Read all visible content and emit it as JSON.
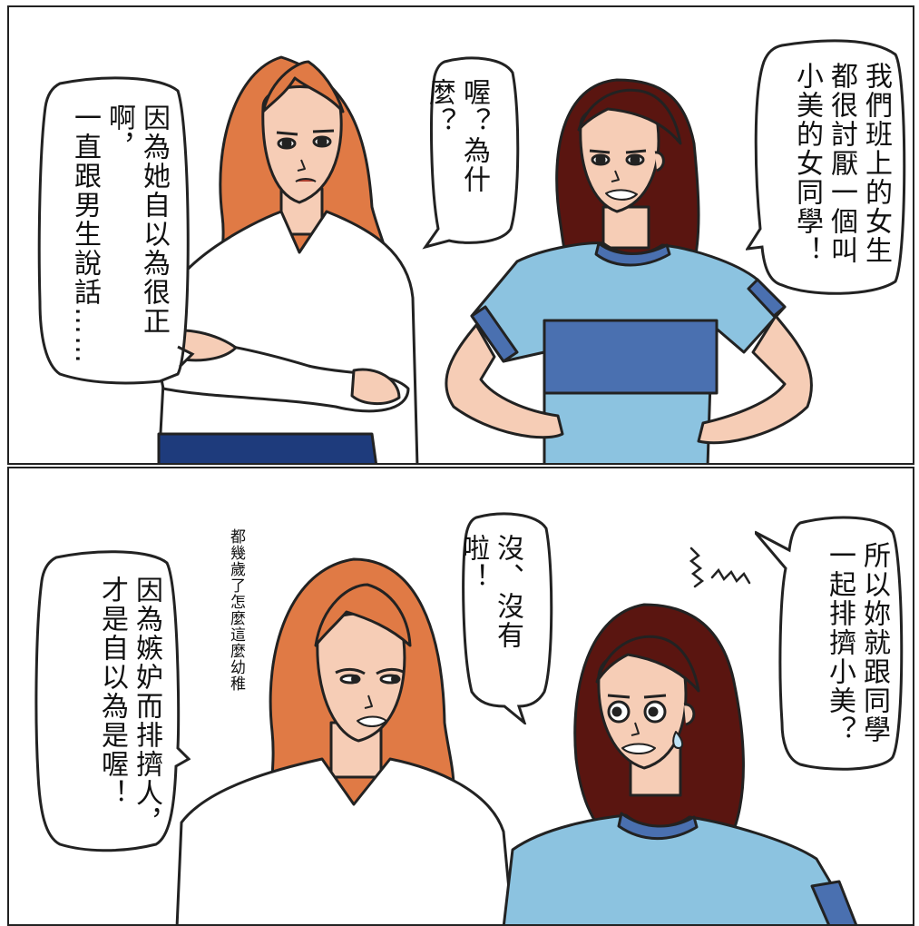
{
  "panels": [
    {
      "bubbles": [
        {
          "lines": [
            "我們班上的女生",
            "都很討厭一個叫",
            "小美的女同學！"
          ]
        },
        {
          "lines": [
            "喔？為什麼？"
          ]
        },
        {
          "lines": [
            "因為她自以為很正啊，",
            "一直跟男生說話……"
          ]
        }
      ]
    },
    {
      "bubbles": [
        {
          "lines": [
            "所以妳就跟同學",
            "一起排擠小美？"
          ]
        },
        {
          "lines": [
            "沒、沒有啦！"
          ]
        },
        {
          "lines": [
            "因為嫉妒而排擠人，",
            "才是自以為是喔！"
          ]
        }
      ],
      "narration": "都幾歲了怎麼這麼幼稚"
    }
  ],
  "colors": {
    "redhead_hair": "#e07a45",
    "brunette_hair": "#5a1510",
    "skin": "#f6cdb6",
    "shirt_white": "#ffffff",
    "shirt_blue": "#8cc3e0",
    "shirt_stripe": "#4a70b0",
    "pants_navy": "#1e3b7c",
    "ink": "#222222"
  }
}
